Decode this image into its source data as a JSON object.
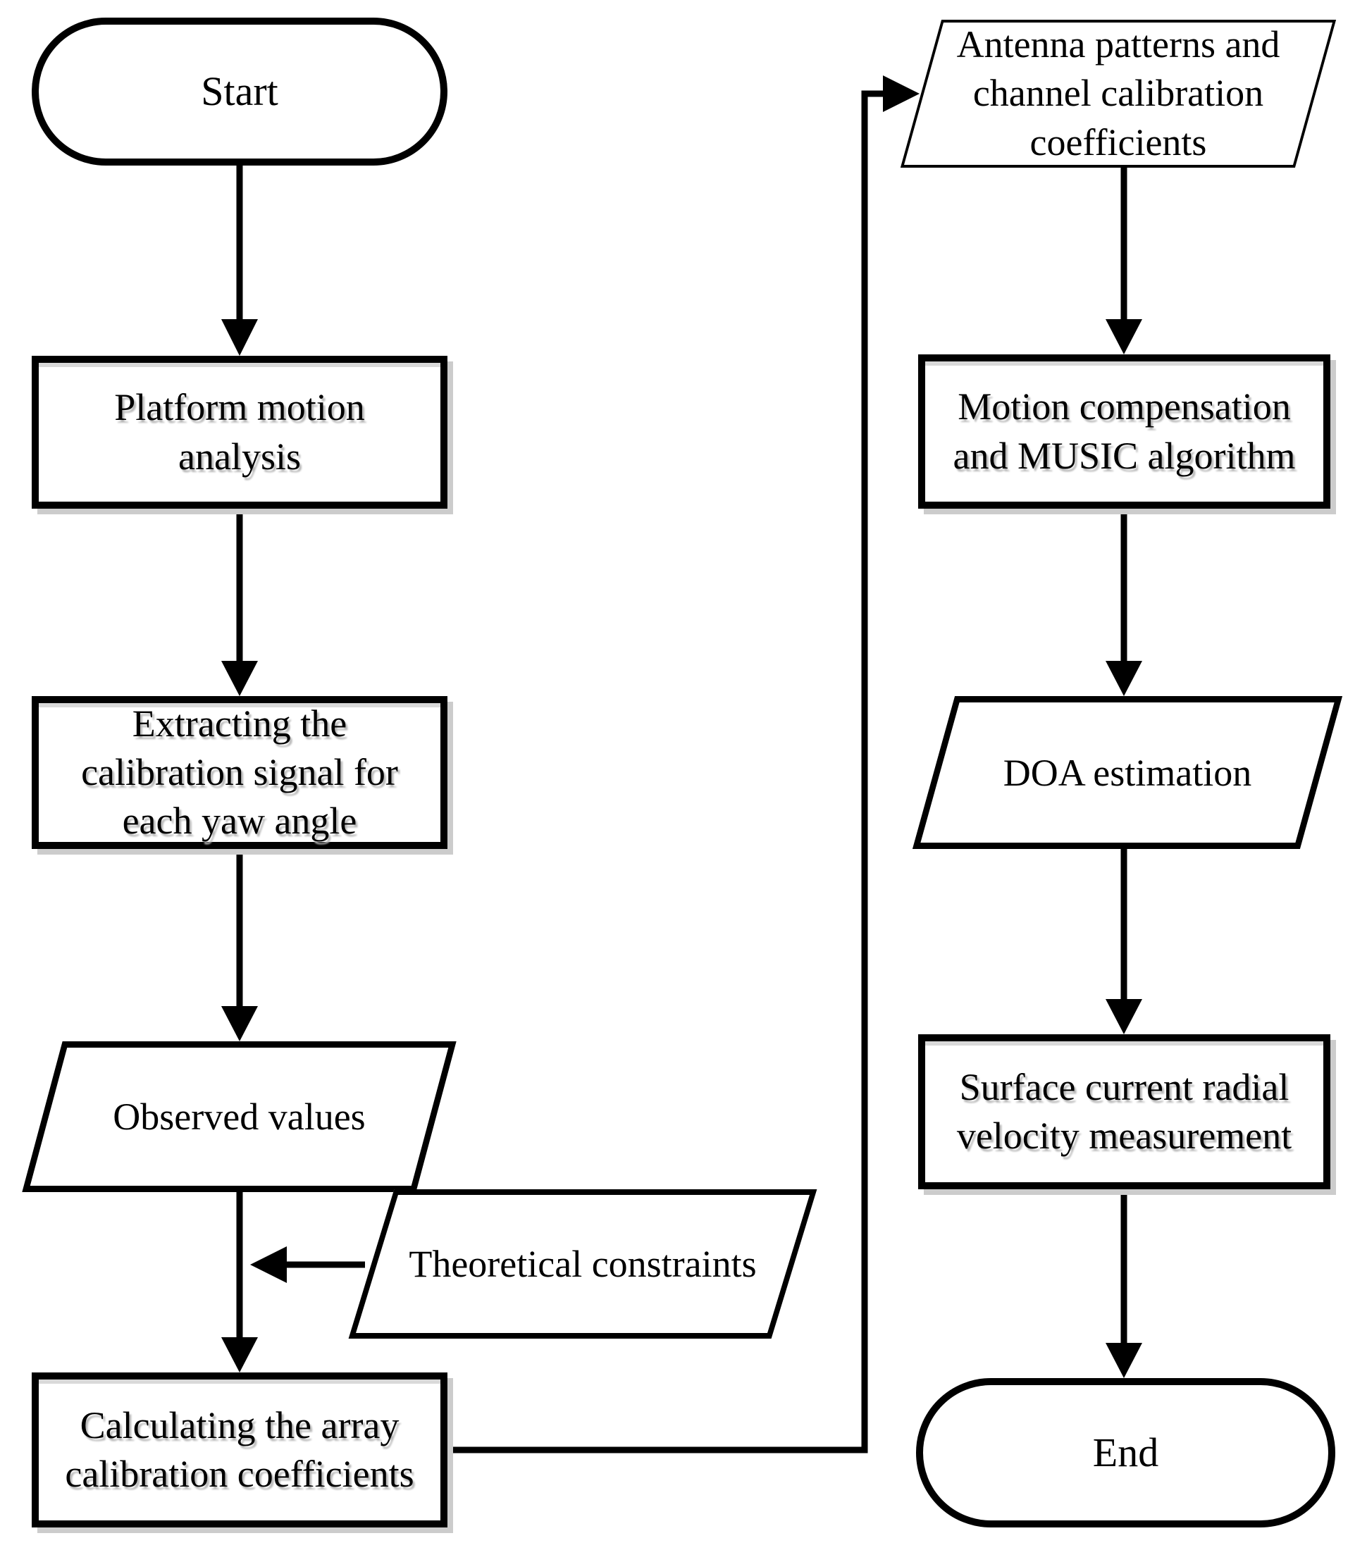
{
  "diagram": {
    "type": "flowchart",
    "colors": {
      "stroke": "#000000",
      "fill": "#ffffff",
      "shadow": "#cccccc"
    },
    "nodes": {
      "start": {
        "shape": "terminator",
        "label": "Start"
      },
      "platform": {
        "shape": "process",
        "label": "Platform motion\nanalysis"
      },
      "extracting": {
        "shape": "process",
        "label": "Extracting the\ncalibration signal for\neach yaw angle"
      },
      "observed": {
        "shape": "parallelogram",
        "label": "Observed values"
      },
      "theoretical": {
        "shape": "parallelogram",
        "label": "Theoretical constraints"
      },
      "calculating": {
        "shape": "process",
        "label": "Calculating the array\ncalibration coefficients"
      },
      "antenna": {
        "shape": "parallelogram",
        "label": "Antenna patterns and\nchannel calibration\ncoefficients"
      },
      "motion": {
        "shape": "process",
        "label": "Motion compensation\nand MUSIC algorithm"
      },
      "doa": {
        "shape": "parallelogram",
        "label": "DOA estimation"
      },
      "surface": {
        "shape": "process",
        "label": "Surface current radial\nvelocity measurement"
      },
      "end": {
        "shape": "terminator",
        "label": "End"
      }
    },
    "edges": [
      "start -> platform",
      "platform -> extracting",
      "extracting -> observed",
      "observed -> calculating",
      "theoretical -> observed-calculating-connector",
      "calculating -> antenna",
      "antenna -> motion",
      "motion -> doa",
      "doa -> surface",
      "surface -> end"
    ]
  }
}
